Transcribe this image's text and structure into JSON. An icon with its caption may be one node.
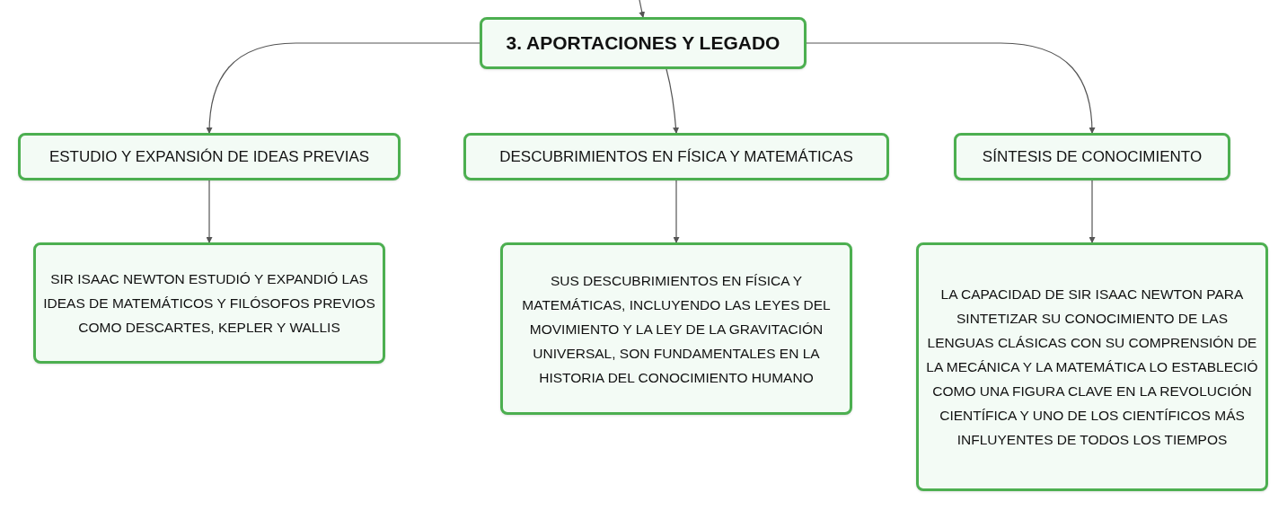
{
  "diagram": {
    "nodes": [
      {
        "text": [
          "3. APORTACIONES Y LEGADO"
        ]
      },
      {
        "text": [
          "ESTUDIO Y EXPANSIÓN DE IDEAS PREVIAS"
        ]
      },
      {
        "text": [
          "DESCUBRIMIENTOS EN FÍSICA Y MATEMÁTICAS"
        ]
      },
      {
        "text": [
          "SÍNTESIS DE CONOCIMIENTO"
        ]
      },
      {
        "text": [
          "SIR ISAAC NEWTON ESTUDIÓ Y EXPANDIÓ LAS IDEAS DE MATEMÁTICOS Y FILÓSOFOS PREVIOS COMO DESCARTES, KEPLER Y WALLIS"
        ]
      },
      {
        "text": [
          "SUS DESCUBRIMIENTOS EN FÍSICA Y MATEMÁTICAS, INCLUYENDO LAS LEYES DEL MOVIMIENTO Y LA LEY DE LA GRAVITACIÓN UNIVERSAL, SON FUNDAMENTALES EN LA HISTORIA DEL CONOCIMIENTO HUMANO"
        ]
      },
      {
        "text": [
          "LA CAPACIDAD DE SIR ISAAC NEWTON PARA SINTETIZAR SU CONOCIMIENTO DE LAS LENGUAS CLÁSICAS CON SU COMPRENSIÓN DE LA MECÁNICA Y LA MATEMÁTICA LO ESTABLECIÓ COMO UNA FIGURA CLAVE EN LA REVOLUCIÓN CIENTÍFICA Y UNO DE LOS CIENTÍFICOS MÁS INFLUYENTES DE TODOS LOS TIEMPOS"
        ]
      }
    ],
    "edges": [
      {
        "from": null,
        "to": 0,
        "arrow": "to"
      },
      {
        "from": 0,
        "to": 1,
        "arrow": "to"
      },
      {
        "from": 0,
        "to": 2,
        "arrow": "to"
      },
      {
        "from": 0,
        "to": 3,
        "arrow": "to"
      },
      {
        "from": 1,
        "to": 4,
        "arrow": "to"
      },
      {
        "from": 2,
        "to": 5,
        "arrow": "to"
      },
      {
        "from": 3,
        "to": 6,
        "arrow": "to"
      }
    ]
  }
}
